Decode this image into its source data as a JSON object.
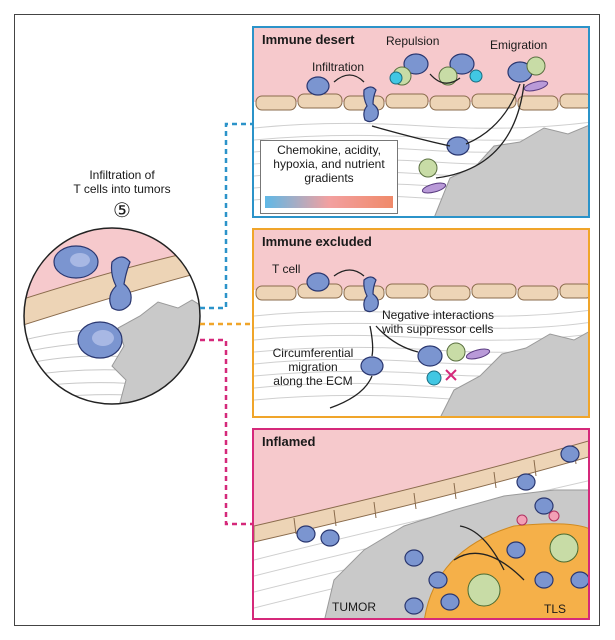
{
  "left": {
    "caption_line1": "Infiltration of",
    "caption_line2": "T cells into tumors",
    "step_number": "⑤"
  },
  "desert": {
    "title": "Immune desert",
    "label_repulsion": "Repulsion",
    "label_emigration": "Emigration",
    "label_infiltration": "Infiltration",
    "legend_line1": "Chemokine, acidity,",
    "legend_line2": "hypoxia, and nutrient",
    "legend_line3": "gradients"
  },
  "excluded": {
    "title": "Immune excluded",
    "label_tcell": "T cell",
    "label_neg1": "Negative interactions",
    "label_neg2": "with suppressor cells",
    "label_circ1": "Circumferential",
    "label_circ2": "migration",
    "label_circ3": "along the ECM"
  },
  "inflamed": {
    "title": "Inflamed",
    "label_tumor": "TUMOR",
    "label_tls": "TLS"
  },
  "colors": {
    "desert_border": "#2b93c9",
    "excluded_border": "#f0a52a",
    "inflamed_border": "#d5297a",
    "lumen": "#f6c9cc",
    "endothelium": "#edd4b6",
    "tcell": "#7b95d0",
    "tumor": "#c9c9c9",
    "tls": "#f5b049",
    "suppressor_green": "#c8dca6",
    "suppressor_cyan": "#41c7e3",
    "suppressor_purple": "#b99ad8"
  }
}
